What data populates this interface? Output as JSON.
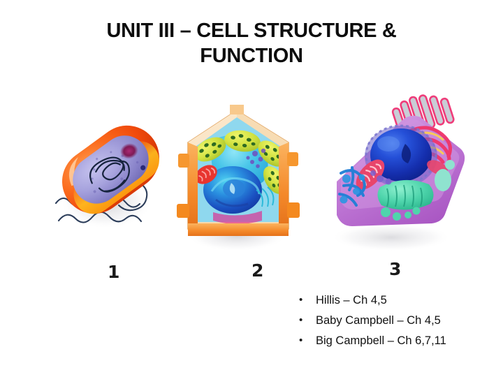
{
  "slide": {
    "background_color": "#ffffff",
    "title": "UNIT III – CELL STRUCTURE & FUNCTION"
  },
  "figures": {
    "caption_numbers": [
      "1",
      "2",
      "3"
    ],
    "items": [
      {
        "number": "1",
        "name": "bacterial-cell-diagram",
        "alt": "Prokaryotic bacterial cell with orange membrane, purple cytoplasm, coiled DNA and flagella",
        "colors": {
          "membrane": "#f4550f",
          "membrane_highlight": "#ffbe21",
          "cytoplasm": "#9a96d6",
          "dna": "#1d2b4c",
          "flagella": "#2b3d5c",
          "inclusion": "#8d1f60"
        }
      },
      {
        "number": "2",
        "name": "plant-cell-diagram",
        "alt": "Plant cell with orange cell wall, yellow-green chloroplasts and large blue vacuole",
        "colors": {
          "cell_wall": "#f58a2e",
          "cell_wall_light": "#f6d8ae",
          "chloroplast": "#d6e34a",
          "chloroplast_grana": "#2f6b22",
          "vacuole": "#3fc2e8",
          "nucleus": "#1a63c4",
          "mitochondria": "#e8342f",
          "cytoplasm": "#6f4fc0"
        }
      },
      {
        "number": "3",
        "name": "animal-cell-diagram",
        "alt": "Animal cell with purple plasma membrane, blue nucleus, green Golgi apparatus and pink endoplasmic reticulum with microvilli",
        "colors": {
          "membrane": "#c07ad4",
          "nucleus": "#1536b8",
          "nucleus_light": "#3a6fe0",
          "golgi": "#54d8ae",
          "er": "#f0356a",
          "microvilli": "#ef3d7a",
          "mitochondria": "#e8456b",
          "cytoskeleton": "#1f7fd6"
        }
      }
    ]
  },
  "reading_list": {
    "bullet_glyph": "•",
    "items": [
      "Hillis – Ch 4,5",
      "Baby Campbell – Ch 4,5",
      "Big Campbell – Ch 6,7,11"
    ]
  }
}
